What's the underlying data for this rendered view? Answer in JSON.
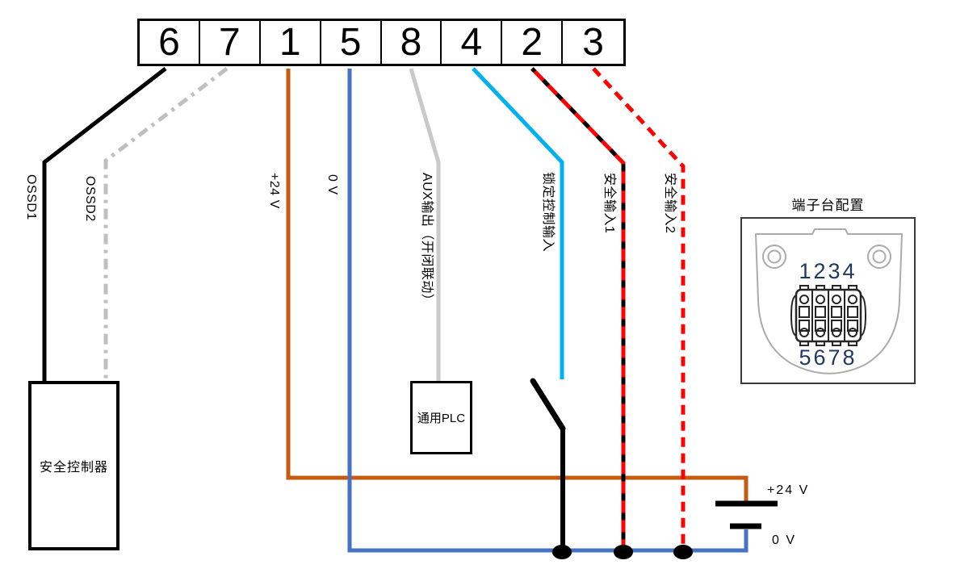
{
  "terminal_strip": {
    "cells": [
      "6",
      "7",
      "1",
      "5",
      "8",
      "4",
      "2",
      "3"
    ]
  },
  "wires": {
    "ossd1": {
      "label": "OSSD1",
      "color": "#000000",
      "terminal": "6"
    },
    "ossd2": {
      "label": "OSSD2",
      "color": "#BFBFBF",
      "terminal": "7"
    },
    "plus24v": {
      "label": "+24 V",
      "color": "#C55A11",
      "terminal": "1"
    },
    "zerov": {
      "label": "0 V",
      "color": "#4472C4",
      "terminal": "5"
    },
    "aux": {
      "label": "AUX输出（开闭联动）",
      "color": "#C9C9C9",
      "terminal": "8"
    },
    "lock_control": {
      "label": "锁定控制输入",
      "color": "#00B0F0",
      "terminal": "4"
    },
    "safety_input1": {
      "label": "安全输入1",
      "color": "#FF0000",
      "overlay_color": "#000000",
      "terminal": "2"
    },
    "safety_input2": {
      "label": "安全输入2",
      "color": "#FF0000",
      "terminal": "3"
    }
  },
  "components": {
    "safety_controller_label": "安全控制器",
    "plc_label": "通用PLC",
    "switch_color": "#000000",
    "junction_color": "#000000"
  },
  "power_supply": {
    "positive_label": "+24 V",
    "negative_label": "0 V",
    "symbol_color": "#000000"
  },
  "terminal_config": {
    "title": "端子台配置",
    "top_numbers": "1234",
    "bottom_numbers": "5678",
    "numbers_color": "#1F3864",
    "outline_color": "#ABABAB",
    "block_color": "#262626",
    "frame_color": "#3A3A3A"
  }
}
